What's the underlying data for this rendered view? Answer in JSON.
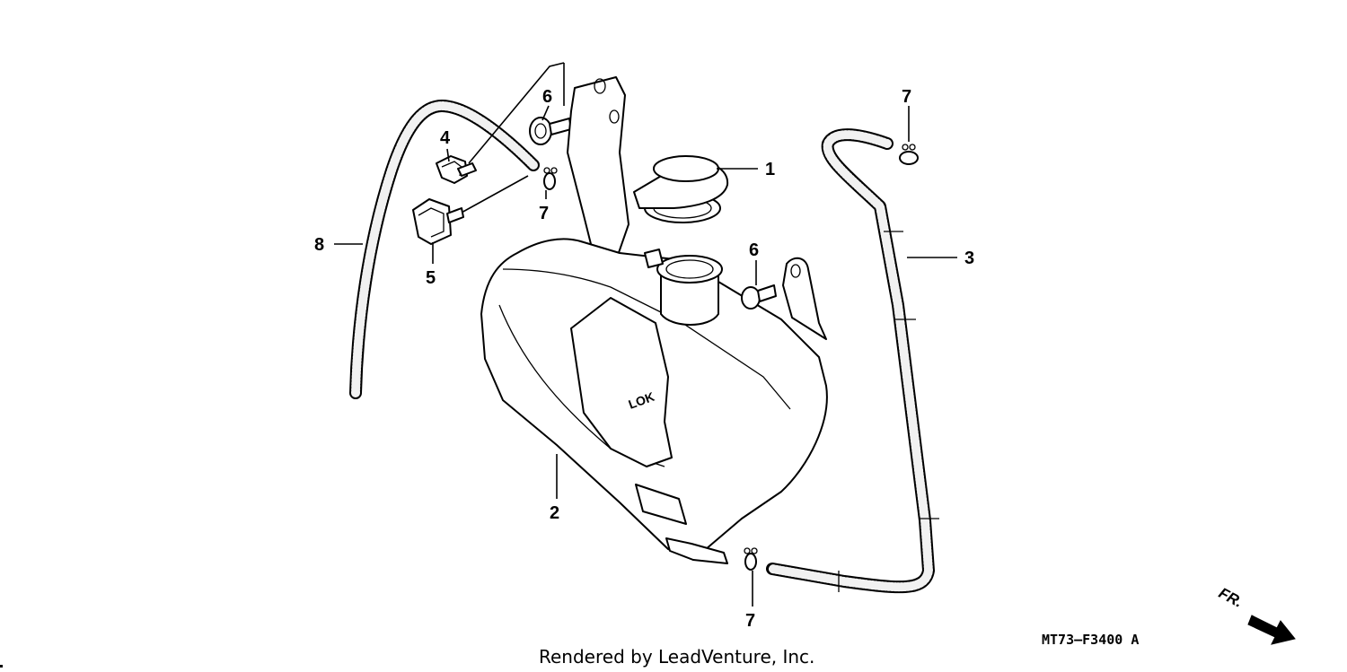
{
  "callouts": {
    "c1": "1",
    "c2": "2",
    "c3": "3",
    "c4": "4",
    "c5": "5",
    "c6a": "6",
    "c6b": "6",
    "c7a": "7",
    "c7b": "7",
    "c7c": "7",
    "c8": "8"
  },
  "part_code": "MT73—F3400 A",
  "direction_label": "FR.",
  "credit": "Rendered by LeadVenture, Inc.",
  "tank_marking": "LOK"
}
